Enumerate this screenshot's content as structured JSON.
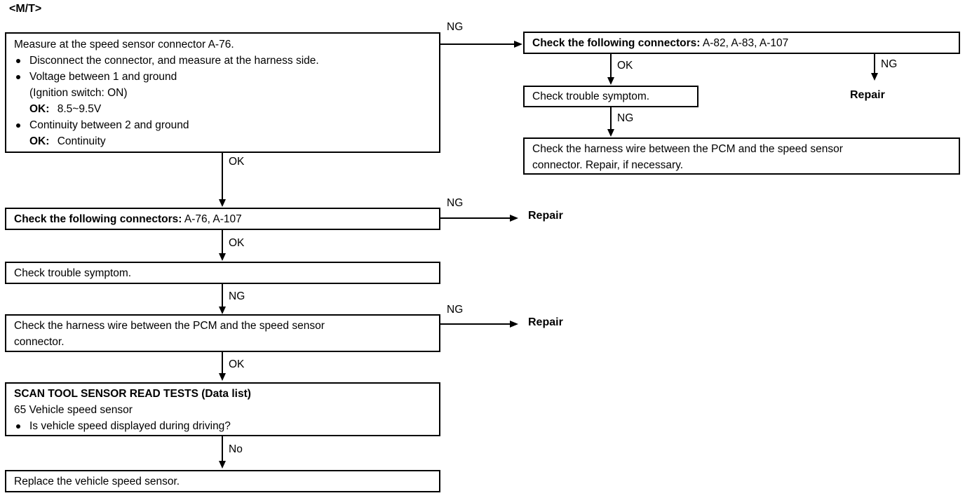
{
  "page": {
    "title": "<M/T>",
    "background": "#ffffff",
    "ink": "#000000"
  },
  "boxes": {
    "measure": {
      "l1": "Measure at the speed sensor connector A-76.",
      "l2": "Disconnect the connector, and measure at the harness side.",
      "l3": "Voltage between 1 and ground",
      "l4": "(Ignition switch: ON)",
      "l5_label": "OK:",
      "l5_value": "8.5~9.5V",
      "l6": "Continuity between 2 and ground",
      "l7_label": "OK:",
      "l7_value": "Continuity"
    },
    "connectors_right": {
      "label": "Check the following connectors:",
      "value": "A-82, A-83, A-107"
    },
    "trouble_right": {
      "text": "Check trouble symptom."
    },
    "harness_right": {
      "l1": "Check the harness wire between the PCM and the speed sensor",
      "l2": "connector. Repair, if necessary."
    },
    "connectors_left": {
      "label": "Check the following connectors:",
      "value": "A-76, A-107"
    },
    "trouble_left": {
      "text": "Check trouble symptom."
    },
    "harness_left": {
      "l1": "Check the harness wire between the PCM and the speed sensor",
      "l2": "connector."
    },
    "scan_tool": {
      "l1": "SCAN TOOL SENSOR READ TESTS (Data list)",
      "l2": "65 Vehicle speed sensor",
      "l3": "Is vehicle speed displayed during driving?"
    },
    "replace": {
      "text": "Replace the vehicle speed sensor."
    }
  },
  "terminals": {
    "repair_top_right": "Repair",
    "repair_mid_left": "Repair",
    "repair_low_left": "Repair"
  },
  "edges": {
    "measure_ng": "NG",
    "measure_ok": "OK",
    "right_connectors_ok": "OK",
    "right_connectors_ng": "NG",
    "right_trouble_ng": "NG",
    "left_connectors_ng": "NG",
    "left_connectors_ok": "OK",
    "left_trouble_ng": "NG",
    "left_harness_ng": "NG",
    "left_harness_ok": "OK",
    "scan_no": "No"
  }
}
